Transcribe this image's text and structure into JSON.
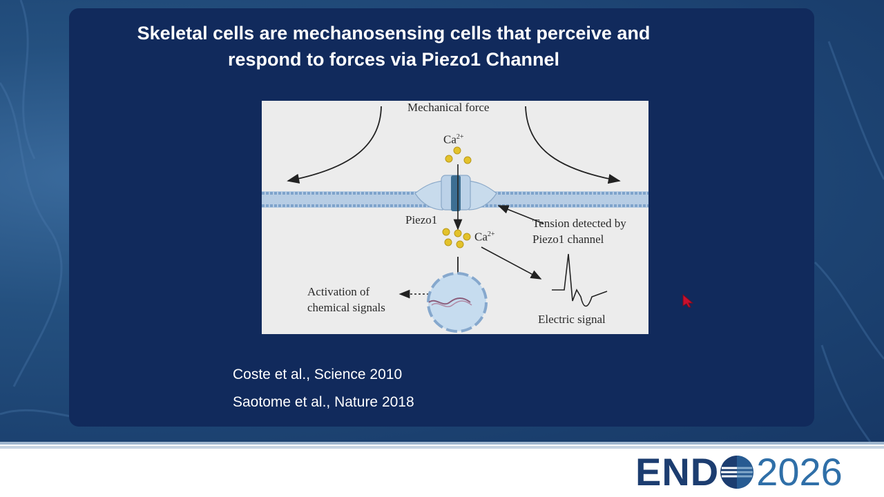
{
  "slide": {
    "title": "Skeletal cells are mechanosensing cells that perceive and respond to forces via Piezo1 Channel"
  },
  "figure": {
    "mechanical_force": "Mechanical force",
    "ca_top": "Ca",
    "ca_top_sup": "2+",
    "piezo1": "Piezo1",
    "ca_bottom": "Ca",
    "ca_bottom_sup": "2+",
    "tension_line1": "Tension detected by",
    "tension_line2": "Piezo1 channel",
    "activation_line1": "Activation of",
    "activation_line2": "chemical signals",
    "electric_signal": "Electric signal"
  },
  "references": [
    "Coste et al., Science 2010",
    "Saotome et al., Nature 2018"
  ],
  "logo": {
    "end": "END",
    "year": "2026"
  },
  "colors": {
    "panel": "#112a5c",
    "background": "#1f4679",
    "logo_dark": "#1c3d70",
    "logo_light": "#2f6fa8",
    "cursor": "#c8102e",
    "calcium": "#e3c22b"
  }
}
